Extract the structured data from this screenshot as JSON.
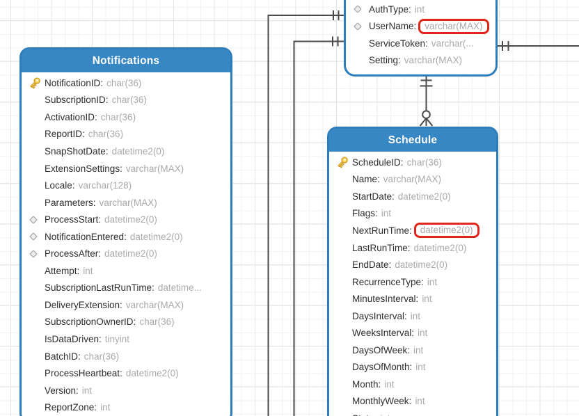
{
  "diagram": {
    "kind": "database-entity-relationship-diagram",
    "colors": {
      "table_header_blue": "#3787c5",
      "table_border_blue": "#2f7cba",
      "highlight_red": "#e1251b",
      "field_name_text": "#2d2d2d",
      "field_type_text": "#a9a9a9",
      "relationship_line": "#4a4a4a",
      "key_icon_gold": "#f6cf4b"
    }
  },
  "tables": {
    "partial_top": {
      "title": "",
      "fields": [
        {
          "icon": "diamond",
          "name": "AuthType",
          "type": "int"
        },
        {
          "icon": "diamond",
          "name": "UserName",
          "type": "varchar(MAX)",
          "highlight": true
        },
        {
          "icon": "none",
          "name": "ServiceToken",
          "type": "varchar(..."
        },
        {
          "icon": "none",
          "name": "Setting",
          "type": "varchar(MAX)"
        }
      ]
    },
    "notifications": {
      "title": "Notifications",
      "fields": [
        {
          "icon": "key",
          "name": "NotificationID",
          "type": "char(36)"
        },
        {
          "icon": "none",
          "name": "SubscriptionID",
          "type": "char(36)"
        },
        {
          "icon": "none",
          "name": "ActivationID",
          "type": "char(36)"
        },
        {
          "icon": "none",
          "name": "ReportID",
          "type": "char(36)"
        },
        {
          "icon": "none",
          "name": "SnapShotDate",
          "type": "datetime2(0)"
        },
        {
          "icon": "none",
          "name": "ExtensionSettings",
          "type": "varchar(MAX)"
        },
        {
          "icon": "none",
          "name": "Locale",
          "type": "varchar(128)"
        },
        {
          "icon": "none",
          "name": "Parameters",
          "type": "varchar(MAX)"
        },
        {
          "icon": "diamond",
          "name": "ProcessStart",
          "type": "datetime2(0)"
        },
        {
          "icon": "diamond",
          "name": "NotificationEntered",
          "type": "datetime2(0)"
        },
        {
          "icon": "diamond",
          "name": "ProcessAfter",
          "type": "datetime2(0)"
        },
        {
          "icon": "none",
          "name": "Attempt",
          "type": "int"
        },
        {
          "icon": "none",
          "name": "SubscriptionLastRunTime",
          "type": "datetime..."
        },
        {
          "icon": "none",
          "name": "DeliveryExtension",
          "type": "varchar(MAX)"
        },
        {
          "icon": "none",
          "name": "SubscriptionOwnerID",
          "type": "char(36)"
        },
        {
          "icon": "none",
          "name": "IsDataDriven",
          "type": "tinyint"
        },
        {
          "icon": "none",
          "name": "BatchID",
          "type": "char(36)"
        },
        {
          "icon": "none",
          "name": "ProcessHeartbeat",
          "type": "datetime2(0)"
        },
        {
          "icon": "none",
          "name": "Version",
          "type": "int"
        },
        {
          "icon": "none",
          "name": "ReportZone",
          "type": "int"
        }
      ]
    },
    "schedule": {
      "title": "Schedule",
      "fields": [
        {
          "icon": "key",
          "name": "ScheduleID",
          "type": "char(36)"
        },
        {
          "icon": "none",
          "name": "Name",
          "type": "varchar(MAX)"
        },
        {
          "icon": "none",
          "name": "StartDate",
          "type": "datetime2(0)"
        },
        {
          "icon": "none",
          "name": "Flags",
          "type": "int"
        },
        {
          "icon": "none",
          "name": "NextRunTime",
          "type": "datetime2(0)",
          "highlight": true
        },
        {
          "icon": "none",
          "name": "LastRunTime",
          "type": "datetime2(0)"
        },
        {
          "icon": "none",
          "name": "EndDate",
          "type": "datetime2(0)"
        },
        {
          "icon": "none",
          "name": "RecurrenceType",
          "type": "int"
        },
        {
          "icon": "none",
          "name": "MinutesInterval",
          "type": "int"
        },
        {
          "icon": "none",
          "name": "DaysInterval",
          "type": "int"
        },
        {
          "icon": "none",
          "name": "WeeksInterval",
          "type": "int"
        },
        {
          "icon": "none",
          "name": "DaysOfWeek",
          "type": "int"
        },
        {
          "icon": "none",
          "name": "DaysOfMonth",
          "type": "int"
        },
        {
          "icon": "none",
          "name": "Month",
          "type": "int"
        },
        {
          "icon": "none",
          "name": "MonthlyWeek",
          "type": "int"
        },
        {
          "icon": "none",
          "name": "State",
          "type": "int"
        }
      ]
    }
  },
  "connectors": [
    {
      "attached_to": "partial_top",
      "side": "left-upper",
      "marker": "double-tick",
      "route": "left then down off-screen"
    },
    {
      "attached_to": "partial_top",
      "side": "left-lower",
      "marker": "double-tick",
      "route": "left then down off-screen"
    },
    {
      "attached_to": "partial_top",
      "side": "right",
      "marker": "double-tick",
      "route": "right off-screen"
    },
    {
      "from": "partial_top",
      "to": "schedule",
      "from_marker": "double-tick",
      "to_marker": "circle-crow-foot",
      "route": "vertical"
    }
  ]
}
